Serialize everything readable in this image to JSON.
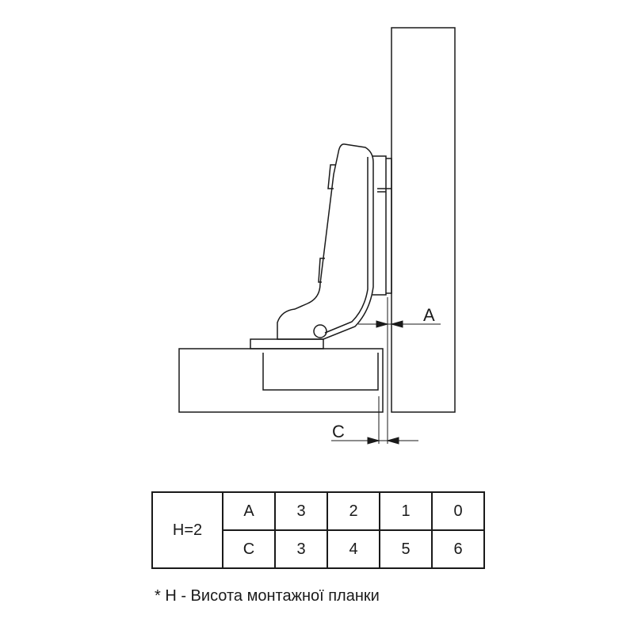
{
  "labels": {
    "a": "A",
    "c": "C"
  },
  "table": {
    "row_header": "H=2",
    "rows": [
      {
        "label": "A",
        "values": [
          "3",
          "2",
          "1",
          "0"
        ]
      },
      {
        "label": "C",
        "values": [
          "3",
          "4",
          "5",
          "6"
        ]
      }
    ]
  },
  "footnote": "* H - Висота монтажної планки"
}
